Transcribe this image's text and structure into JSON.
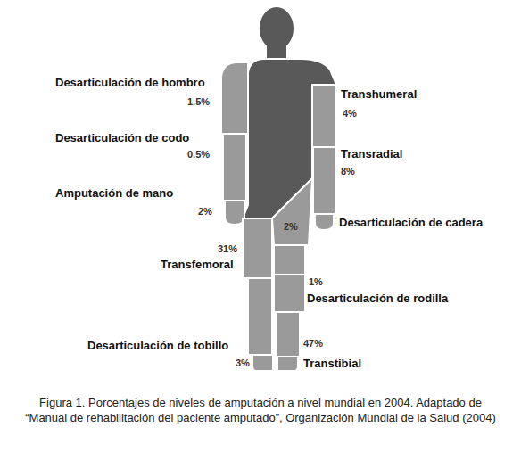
{
  "diagram": {
    "caption": "Figura 1. Porcentajes de niveles de amputación a nivel mundial en 2004. Adaptado de “Manual de rehabilitación del paciente amputado”, Organización Mundial de la Salud (2004)",
    "labels": [
      "Desarticulación de hombro",
      "1.5%",
      "Transhumeral",
      "4%",
      "Desarticulación de codo",
      "0.5%",
      "Transradial",
      "8%",
      "Amputación de mano",
      "2%",
      "2%",
      "Desarticulación de cadera",
      "31%",
      "Transfemoral",
      "1%",
      "Desarticulación de rodilla",
      "Desarticulación de tobillo",
      "47%",
      "3%",
      "Transtibial"
    ]
  }
}
